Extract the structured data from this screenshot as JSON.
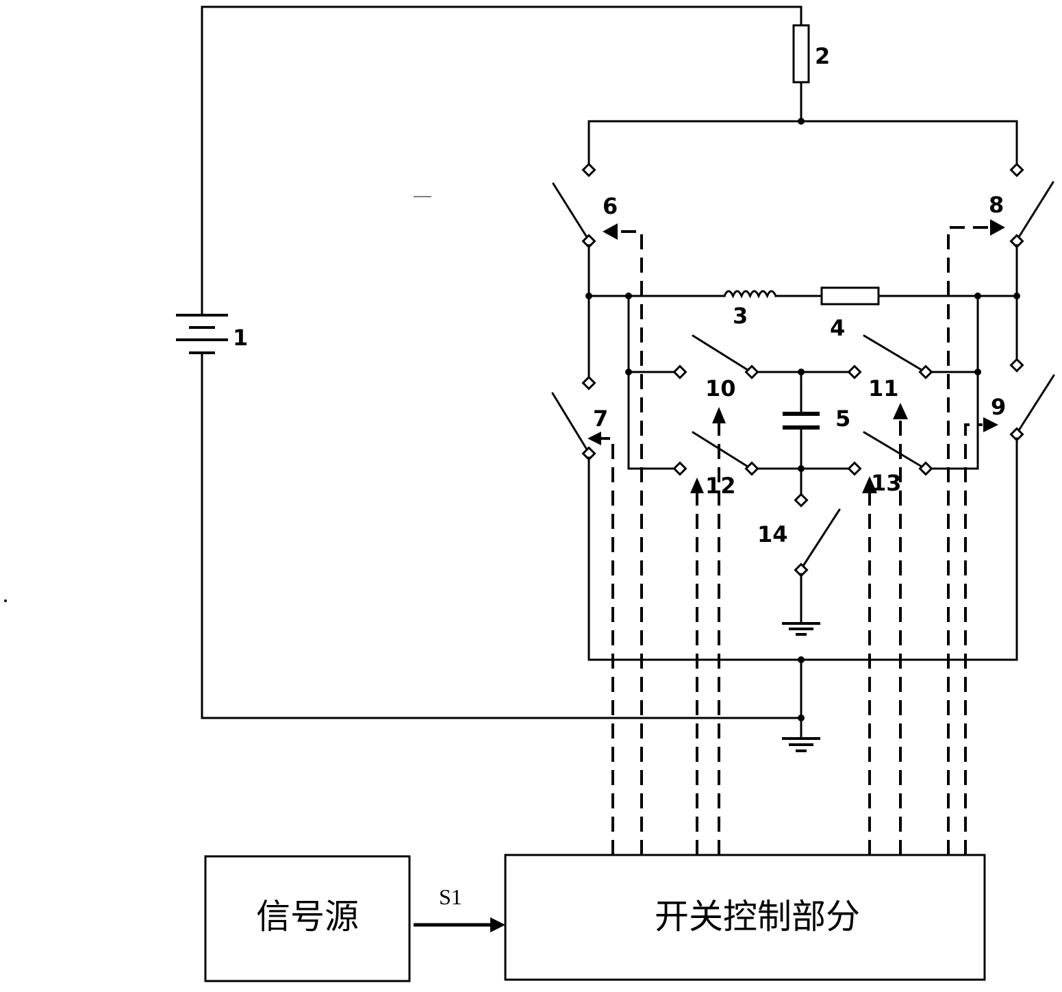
{
  "diagram": {
    "components": {
      "battery": {
        "label": "1"
      },
      "resistor_top": {
        "label": "2"
      },
      "inductor": {
        "label": "3"
      },
      "resistor_series": {
        "label": "4"
      },
      "capacitor": {
        "label": "5"
      },
      "switches": [
        {
          "id": "6",
          "label": "6"
        },
        {
          "id": "7",
          "label": "7"
        },
        {
          "id": "8",
          "label": "8"
        },
        {
          "id": "9",
          "label": "9"
        },
        {
          "id": "10",
          "label": "10"
        },
        {
          "id": "11",
          "label": "11"
        },
        {
          "id": "12",
          "label": "12"
        },
        {
          "id": "13",
          "label": "13"
        },
        {
          "id": "14",
          "label": "14"
        }
      ]
    },
    "blocks": {
      "signal_source": {
        "label": "信号源"
      },
      "switch_control": {
        "label": "开关控制部分"
      }
    },
    "signal": {
      "label": "S1"
    }
  }
}
